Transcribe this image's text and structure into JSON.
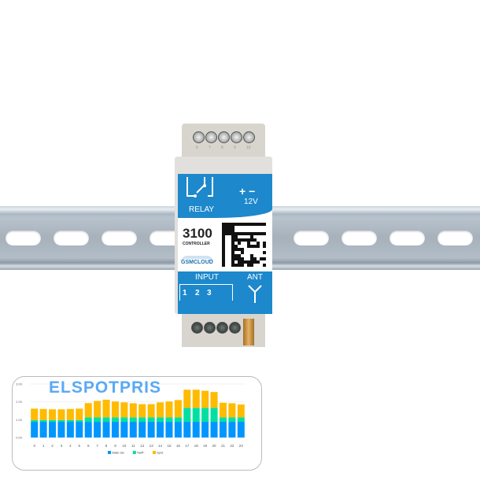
{
  "device": {
    "top_terminals": [
      "6",
      "7",
      "8",
      "9",
      "10"
    ],
    "relay_label": "RELAY",
    "power_label": "12V",
    "power_symbols": "+ −",
    "model": "3100",
    "model_sub": "CONTROLLER",
    "brand": "GSMCLOUD",
    "input_label": "INPUT",
    "inputs": [
      "1",
      "2",
      "3"
    ],
    "ant_label": "ANT",
    "colors": {
      "label_blue": "#1d88cc",
      "housing": "#e2e0dc"
    }
  },
  "chart_data": {
    "type": "bar",
    "stacked": true,
    "title": "ELSPOTPRIS",
    "categories": [
      "0",
      "1",
      "2",
      "3",
      "4",
      "5",
      "6",
      "7",
      "8",
      "9",
      "10",
      "11",
      "12",
      "13",
      "14",
      "15",
      "16",
      "17",
      "18",
      "19",
      "20",
      "21",
      "22",
      "23"
    ],
    "yticks": [
      "0.00",
      "1.00",
      "2.00",
      "3.00"
    ],
    "ylim": [
      0,
      3
    ],
    "grid": true,
    "legend_placement": "bottom",
    "series": [
      {
        "name": "State tax",
        "color": "#0096ff",
        "values": [
          0.88,
          0.88,
          0.88,
          0.88,
          0.88,
          0.88,
          0.88,
          0.88,
          0.88,
          0.88,
          0.88,
          0.88,
          0.88,
          0.88,
          0.88,
          0.88,
          0.88,
          0.88,
          0.88,
          0.88,
          0.88,
          0.88,
          0.88,
          0.88
        ]
      },
      {
        "name": "Tariff",
        "color": "#00e0a0",
        "values": [
          0.1,
          0.1,
          0.1,
          0.1,
          0.1,
          0.1,
          0.25,
          0.25,
          0.25,
          0.25,
          0.25,
          0.25,
          0.25,
          0.25,
          0.25,
          0.25,
          0.25,
          0.78,
          0.78,
          0.78,
          0.78,
          0.25,
          0.25,
          0.25
        ]
      },
      {
        "name": "Spot",
        "color": "#ffbb00",
        "values": [
          0.64,
          0.62,
          0.6,
          0.6,
          0.62,
          0.64,
          0.8,
          0.92,
          0.99,
          0.89,
          0.84,
          0.79,
          0.74,
          0.74,
          0.84,
          0.89,
          0.97,
          1.02,
          1.02,
          0.96,
          0.89,
          0.82,
          0.79,
          0.72
        ]
      }
    ]
  }
}
